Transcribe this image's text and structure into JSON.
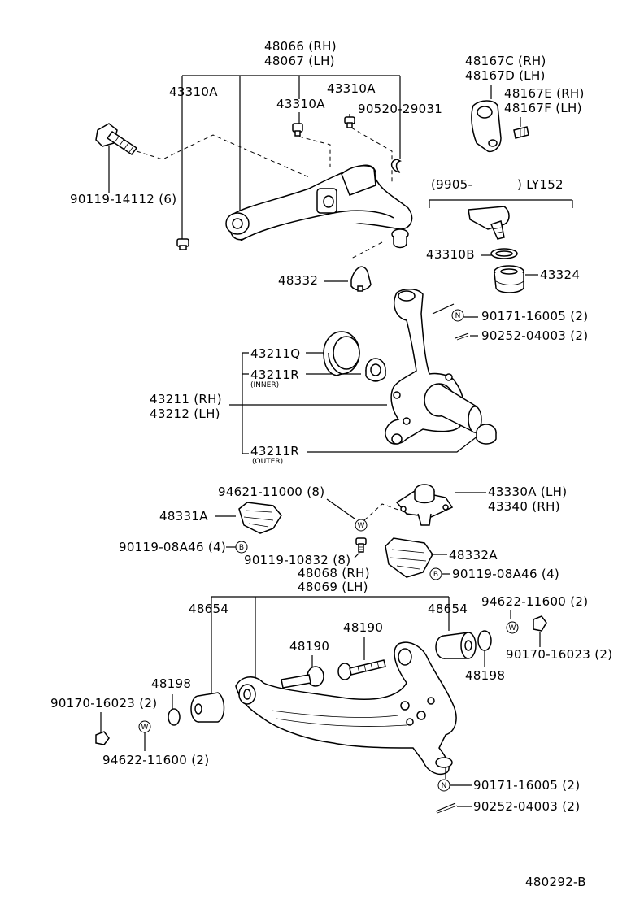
{
  "labels": {
    "l48066": "48066 (RH)",
    "l48067": "48067 (LH)",
    "l43310A_1": "43310A",
    "l43310A_2": "43310A",
    "l43310A_3": "43310A",
    "l90520": "90520-29031",
    "l90119_14112": "90119-14112 (6)",
    "l48167C": "48167C (RH)",
    "l48167D": "48167D (LH)",
    "l48167E": "48167E (RH)",
    "l48167F": "48167F (LH)",
    "l9905": "(9905-",
    "lLY152": ") LY152",
    "l43310B": "43310B",
    "l43324": "43324",
    "l48332": "48332",
    "l90171_a": "90171-16005 (2)",
    "l90252_a": "90252-04003 (2)",
    "l43211Q": "43211Q",
    "l43211R_inner": "43211R",
    "inner": "(INNER)",
    "l43211": "43211 (RH)",
    "l43212": "43212 (LH)",
    "l43211R_outer": "43211R",
    "outer": "(OUTER)",
    "l94621": "94621-11000 (8)",
    "l43330A": "43330A (LH)",
    "l43340": "43340   (RH)",
    "l48331A": "48331A",
    "l90119_08A46_a": "90119-08A46 (4)",
    "l90119_10832": "90119-10832 (8)",
    "l48332A": "48332A",
    "l90119_08A46_b": "90119-08A46 (4)",
    "l48068": "48068 (RH)",
    "l48069": "48069 (LH)",
    "l48654_a": "48654",
    "l48654_b": "48654",
    "l94622_a": "94622-11600 (2)",
    "l48190_a": "48190",
    "l48190_b": "48190",
    "l90170_a": "90170-16023 (2)",
    "l48198_a": "48198",
    "l48198_b": "48198",
    "l90170_b": "90170-16023 (2)",
    "l94622_b": "94622-11600 (2)",
    "l90171_b": "90171-16005 (2)",
    "l90252_b": "90252-04003 (2)",
    "ref": "480292-B"
  },
  "symbols": {
    "N": "N",
    "W": "W",
    "B": "B"
  }
}
